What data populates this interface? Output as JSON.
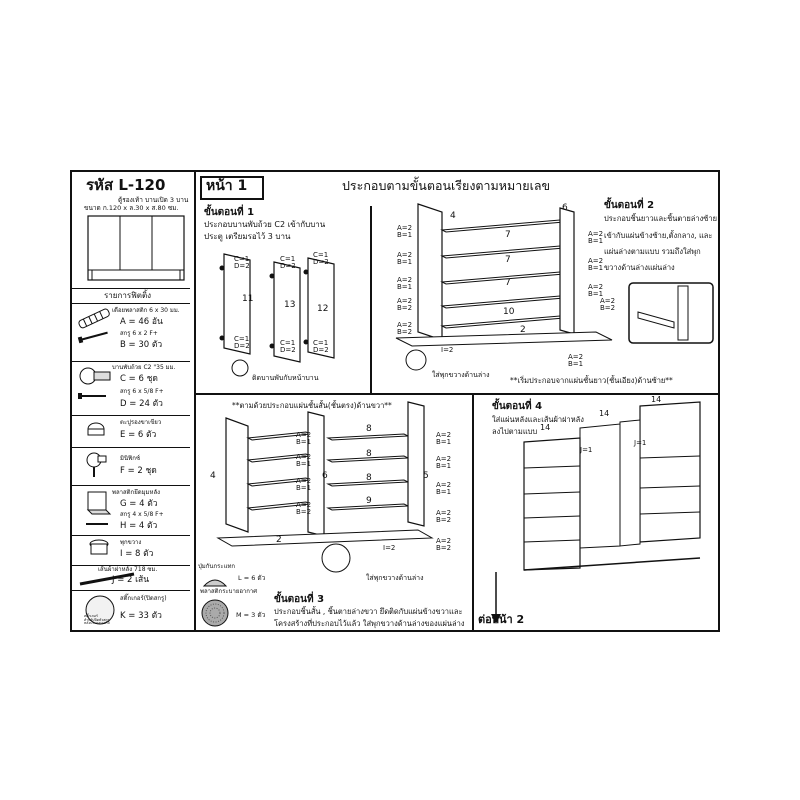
{
  "sheet": {
    "code": "รหัส L-120",
    "subtitle1": "ตู้รองเท้า บานเปิด 3 บาน",
    "subtitle2": "ขนาด ก.120 x ล.30 x ส.80 ซม.",
    "parts_heading": "รายการฟิตติ้ง",
    "page": "หน้า 1",
    "title": "ประกอบตามขั้นตอนเรียงตามหมายเลข",
    "next": "ต่อหน้า 2"
  },
  "parts": [
    {
      "desc": "เดือยพลาสติก 6 x 30 มม.",
      "qty": "A = 46 อัน",
      "desc2": "สกรู 6 x 2 F+",
      "qty2": "B = 30 ตัว"
    },
    {
      "desc": "บานพับถ้วย C2 \"35 มม.",
      "qty": "C = 6 ชุด",
      "desc2": "สกรู 6 x 5/8 F+",
      "qty2": "D = 24 ตัว"
    },
    {
      "desc": "ตะปูรองขาเขียว",
      "qty": "E = 6 ตัว"
    },
    {
      "desc": "มินิฟิกซ์",
      "qty": "F = 2 ชุด"
    },
    {
      "desc": "พลาสติกยึดมุมหลัง",
      "qty": "G = 4 ตัว",
      "desc2": "สกรู 4 x 5/8 F+",
      "qty2": "H = 4 ตัว"
    },
    {
      "desc": "พุกขวาง",
      "qty": "I = 8 ตัว"
    },
    {
      "desc": "เส้นผ้าฝาหลัง 718 ซม.",
      "qty": "J = 2 เส้น",
      "desc2": "ปุ่มกันกระแทก",
      "qty2": "L = 6 ตัว"
    },
    {
      "desc": "สติ๊กเกอร์(ปิดสกรู)",
      "qty": "K = 33 ตัว",
      "desc2": "พลาสติกระบายอากาศ",
      "qty2": "M = 3 ตัว",
      "sticker": "สติ๊กเกอร์\nสำหรับปิดหัวสกรู\nหลังประกอบเสร็จ"
    }
  ],
  "steps": {
    "s1_title": "ขั้นตอนที่ 1",
    "s1_text1": "ประกอบบานพับถ้วย C2 เข้ากับบาน",
    "s1_text2": "ประตู เตรียมรอไว้ 3 บาน",
    "s1_note": "ติดบานพับกับหน้าบาน",
    "s2_title": "ขั้นตอนที่ 2",
    "s2_text1": "ประกอบชิ้นยาวและชิ้นตายล่างซ้าย",
    "s2_text2": "เข้ากับแผ่นข้างซ้าย,ตั้งกลาง, และ",
    "s2_text3": "แผ่นล่างตามแบบ รวมถึงใส่พุก",
    "s2_text4": "ขวางด้านล่างแผ่นล่าง",
    "s2_note1": "ใส่พุกขวางด้านล่าง",
    "s2_note2": "**เริ่มประกอบจากแผ่นชั้นยาว(ชั้นเอียง)ด้านซ้าย**",
    "s3_head": "**ตามด้วยประกอบแผ่นชั้นสั้น(ชั้นตรง)ด้านขวา**",
    "s3_title": "ขั้นตอนที่ 3",
    "s3_text1": "ประกอบชิ้นสั้น , ชิ้นตายล่างขวา ยึดติดกับแผ่นข้างขวาและ",
    "s3_text2": "โครงสร้างที่ประกอบไว้แล้ว ใส่พุกขวางด้านล่างของแผ่นล่าง",
    "s3_note": "ใส่พุกขวางด้านล่าง",
    "s4_title": "ขั้นตอนที่ 4",
    "s4_text1": "ใส่แผ่นหลังและเส้นผ้าฝาหลัง",
    "s4_text2": "ลงไปตามแบบ"
  },
  "labels": {
    "A2": "A=2",
    "B1": "B=1",
    "B2": "B=2",
    "C1": "C=1",
    "D2": "D=2",
    "I2": "I=2",
    "J1": "J=1",
    "n2": "2",
    "n4": "4",
    "n5": "5",
    "n6": "6",
    "n7": "7",
    "n8": "8",
    "n9": "9",
    "n10": "10",
    "n11": "11",
    "n12": "12",
    "n13": "13",
    "n14": "14"
  }
}
